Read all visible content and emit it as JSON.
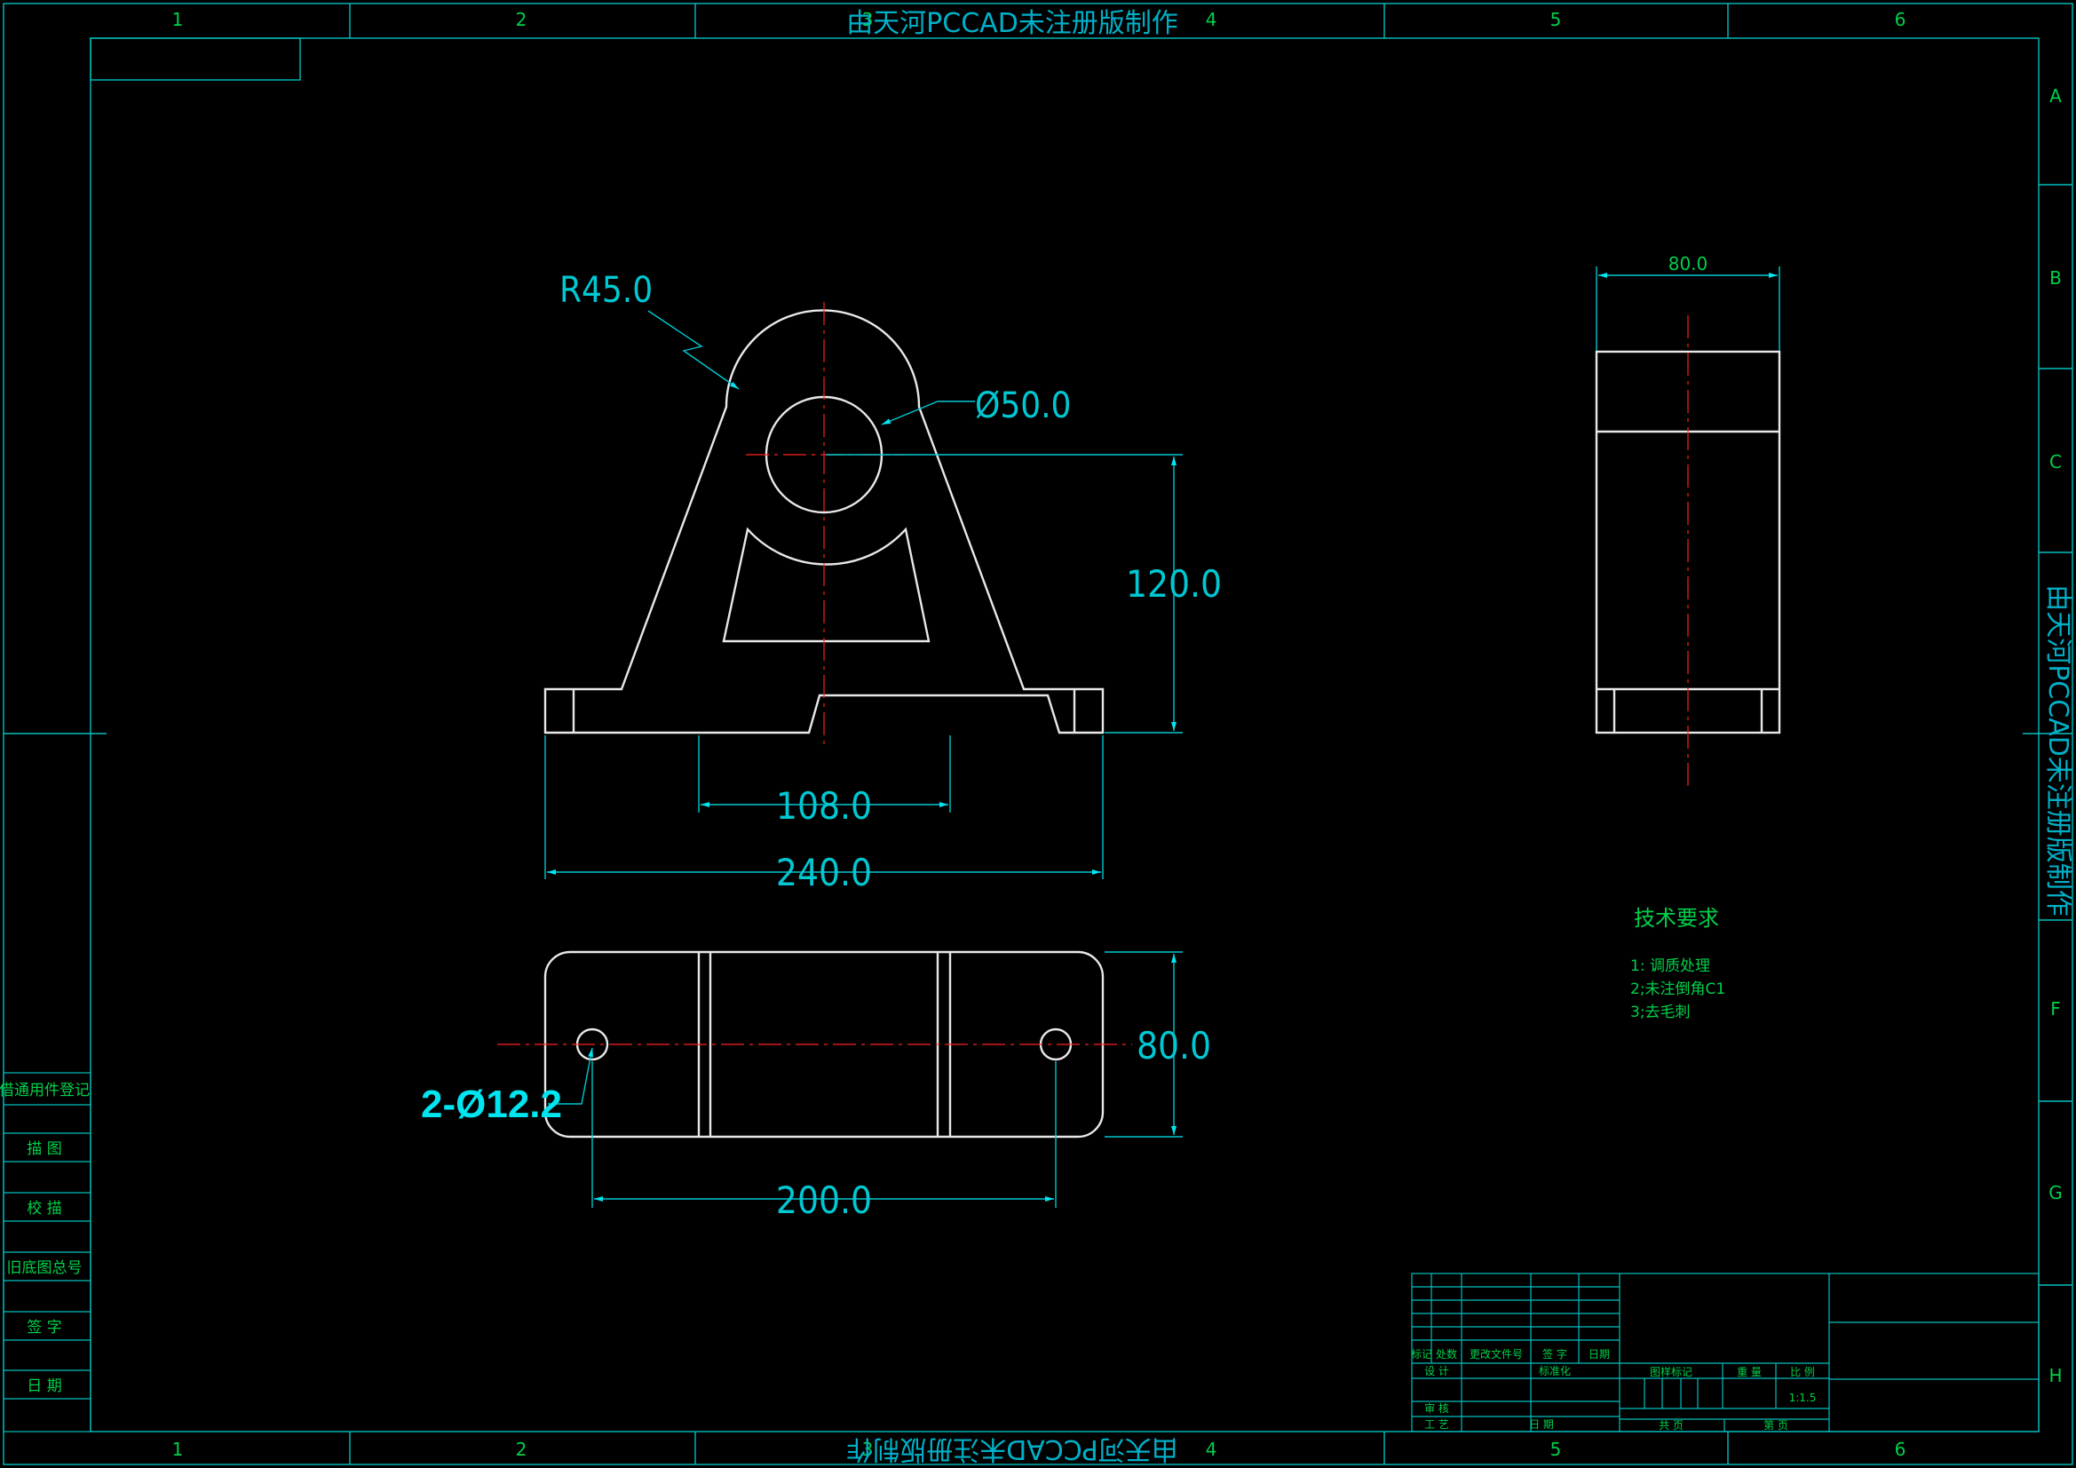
{
  "watermark": "由天河PCCAD未注册版制作",
  "zone_columns": [
    "1",
    "2",
    "3",
    "4",
    "5",
    "6"
  ],
  "zone_rows": [
    "A",
    "B",
    "C",
    "F",
    "G",
    "H"
  ],
  "dimensions": {
    "radius": "R45.0",
    "bore": "Ø50.0",
    "height": "120.0",
    "slot_width": "108.0",
    "base_length": "240.0",
    "side_width": "80.0",
    "plan_width": "80.0",
    "holes": "2-Ø12.2",
    "hole_spacing": "200.0"
  },
  "tech_requirements": {
    "title": "技术要求",
    "items": [
      "1: 调质处理",
      "2;未注倒角C1",
      "3;去毛刺"
    ]
  },
  "left_strip": {
    "items": [
      "借通用件登记",
      "描  图",
      "校  描",
      "旧底图总号",
      "签  字",
      "日  期"
    ]
  },
  "title_block": {
    "rev_headers": [
      "标记",
      "处数",
      "更改文件号",
      "签 字",
      "日期"
    ],
    "design": "设 计",
    "standardization": "标准化",
    "review": "审 核",
    "process": "工 艺",
    "date": "日 期",
    "stage_mark": "图样标记",
    "weight": "重 量",
    "scale_label": "比 例",
    "scale_value": "1:1.5",
    "total_sheets": "共    页",
    "sheet_no": "第    页"
  }
}
